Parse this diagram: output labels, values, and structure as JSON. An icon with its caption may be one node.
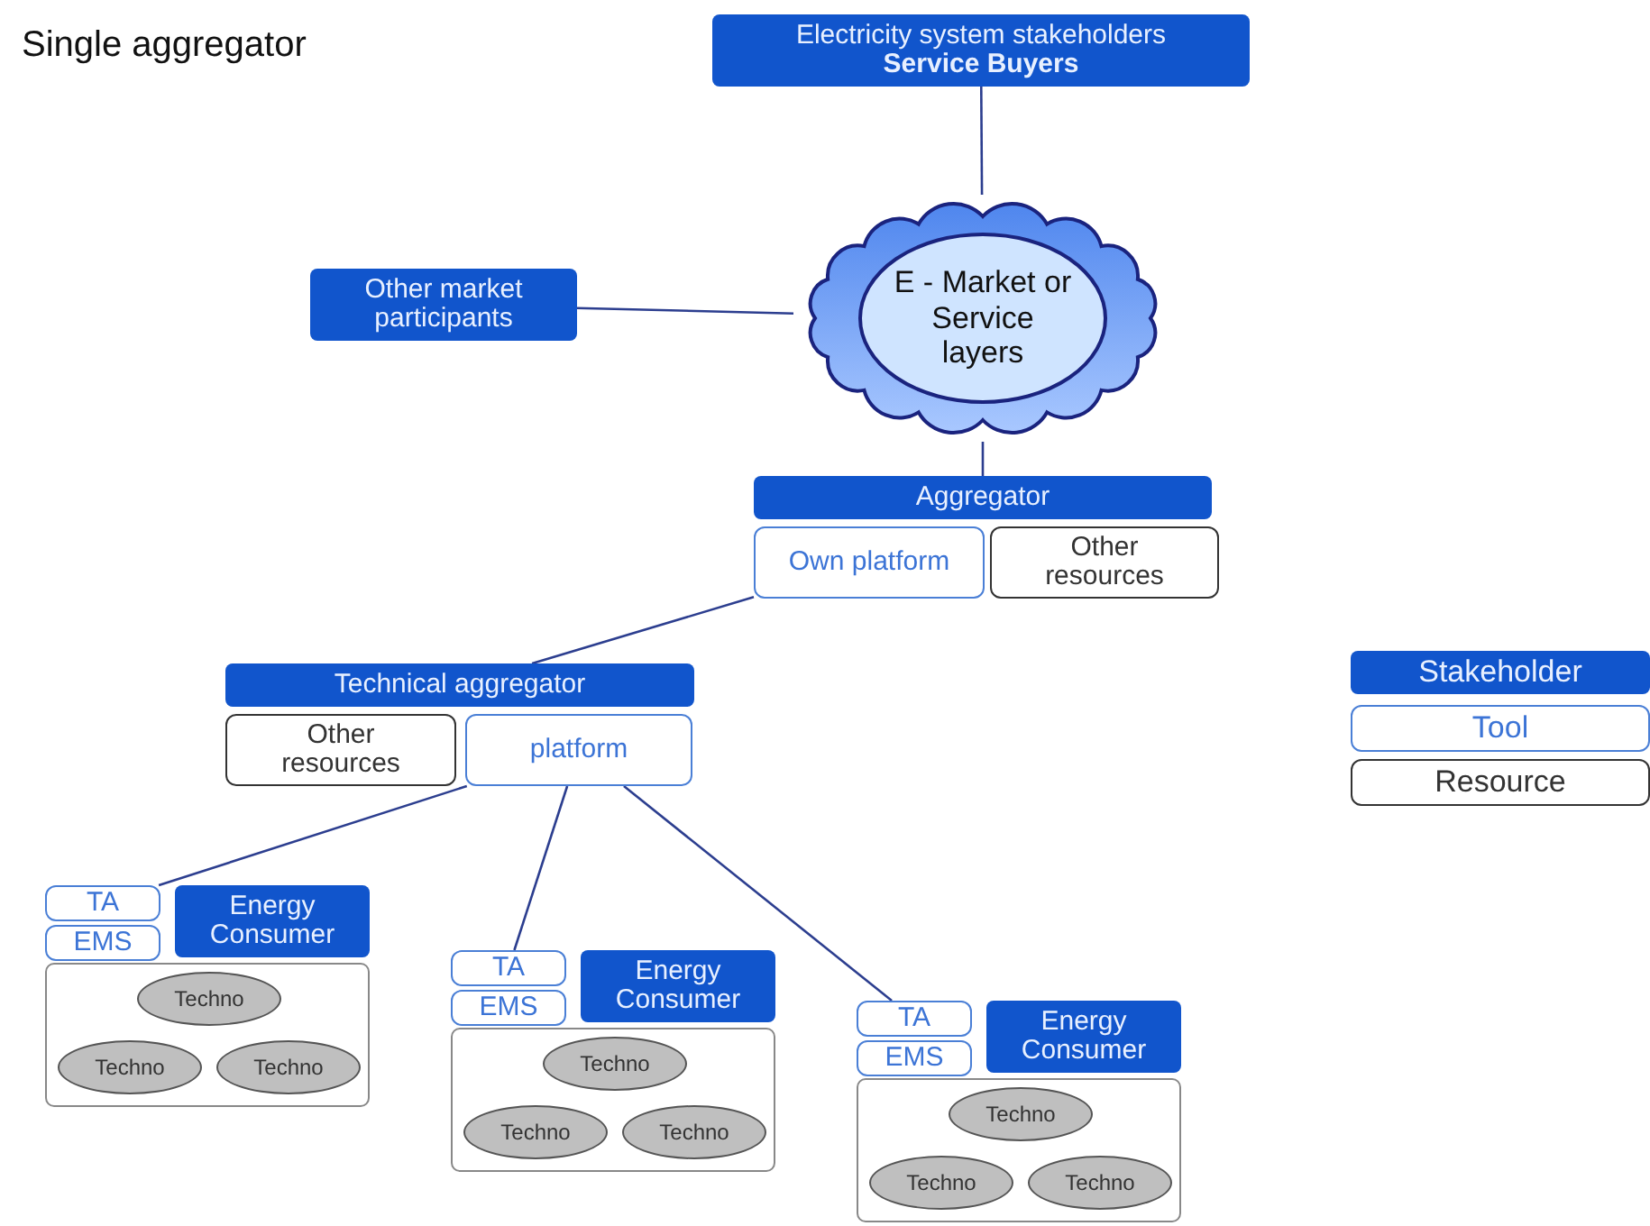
{
  "diagram": {
    "title": "Single aggregator",
    "nodes": [
      {
        "text": [
          "Electricity system stakeholders",
          "Service Buyers"
        ]
      },
      {
        "text": [
          "E - Market or Service layers"
        ]
      },
      {
        "text": [
          "Other market participants"
        ]
      },
      {
        "text": [
          "Aggregator"
        ]
      },
      {
        "text": [
          "Own platform"
        ]
      },
      {
        "text": [
          "Other resources"
        ]
      },
      {
        "text": [
          "Technical aggregator"
        ]
      },
      {
        "text": [
          "Other resources"
        ]
      },
      {
        "text": [
          "platform"
        ]
      },
      {
        "text": [
          "TA"
        ]
      },
      {
        "text": [
          "EMS"
        ]
      },
      {
        "text": [
          "Energy Consumer"
        ]
      },
      {
        "text": [],
        "shape": "box"
      },
      {
        "text": [
          "Techno"
        ],
        "in": 12
      },
      {
        "text": [
          "Techno"
        ],
        "in": 12
      },
      {
        "text": [
          "Techno"
        ],
        "in": 12
      },
      {
        "text": [
          "TA"
        ]
      },
      {
        "text": [
          "EMS"
        ]
      },
      {
        "text": [
          "Energy Consumer"
        ]
      },
      {
        "text": [],
        "shape": "box"
      },
      {
        "text": [
          "Techno"
        ],
        "in": 19
      },
      {
        "text": [
          "Techno"
        ],
        "in": 19
      },
      {
        "text": [
          "Techno"
        ],
        "in": 19
      },
      {
        "text": [
          "TA"
        ]
      },
      {
        "text": [
          "EMS"
        ]
      },
      {
        "text": [
          "Energy Consumer"
        ]
      },
      {
        "text": [],
        "shape": "box"
      },
      {
        "text": [
          "Techno"
        ],
        "in": 26
      },
      {
        "text": [
          "Techno"
        ],
        "in": 26
      },
      {
        "text": [
          "Techno"
        ],
        "in": 26
      }
    ],
    "edges": [
      {
        "from": 0,
        "to": 1,
        "arrow": "none"
      },
      {
        "from": 2,
        "to": 1,
        "arrow": "none"
      },
      {
        "from": 1,
        "to": 3,
        "arrow": "none"
      },
      {
        "from": 4,
        "to": 6,
        "arrow": "none"
      },
      {
        "from": 8,
        "to": 9,
        "arrow": "none"
      },
      {
        "from": 8,
        "to": 16,
        "arrow": "none"
      },
      {
        "from": 8,
        "to": 23,
        "arrow": "none"
      }
    ],
    "legend": [
      {
        "text": "Stakeholder",
        "color": "#1155cc"
      },
      {
        "text": "Tool"
      },
      {
        "text": "Resource"
      }
    ]
  }
}
